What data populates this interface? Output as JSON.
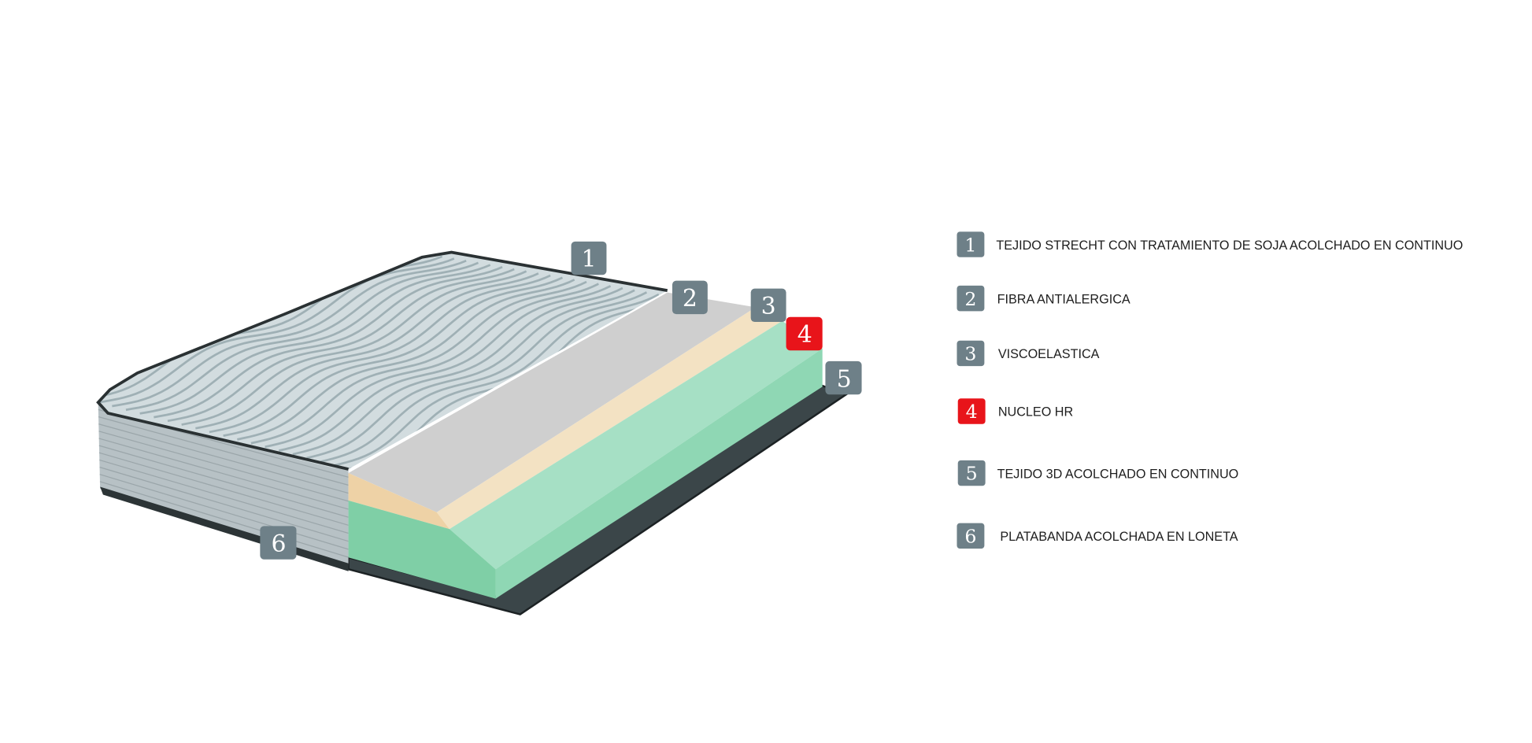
{
  "colors": {
    "badge": "#6e8088",
    "badge_highlight": "#e8141a",
    "quilt": "#d2dcdf",
    "side_panel": "#b7c1c5",
    "fiber": "#cfcfcf",
    "visco": "#f3e2c3",
    "core_top": "#a6e0c5",
    "core_front": "#7fcfa6",
    "core_side": "#8fd7b4",
    "fabric_3d": "#3b4649"
  },
  "diagram_badges": [
    "1",
    "2",
    "3",
    "4",
    "5",
    "6"
  ],
  "legend": [
    {
      "number": "1",
      "label": "TEJIDO STRECHT CON TRATAMIENTO DE SOJA ACOLCHADO EN CONTINUO",
      "highlight": false
    },
    {
      "number": "2",
      "label": "FIBRA ANTIALERGICA",
      "highlight": false
    },
    {
      "number": "3",
      "label": "VISCOELASTICA",
      "highlight": false
    },
    {
      "number": "4",
      "label": "NUCLEO HR",
      "highlight": true
    },
    {
      "number": "5",
      "label": "TEJIDO 3D ACOLCHADO EN CONTINUO",
      "highlight": false
    },
    {
      "number": "6",
      "label": "PLATABANDA ACOLCHADA EN LONETA",
      "highlight": false
    }
  ]
}
